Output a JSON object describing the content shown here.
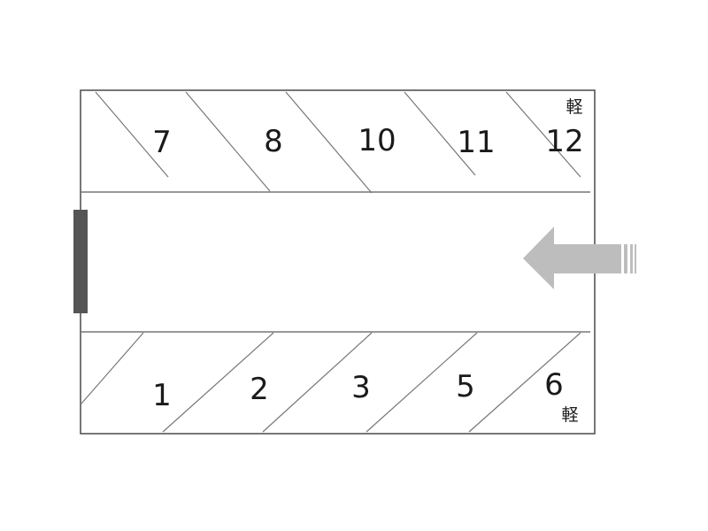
{
  "parking_lot": {
    "top_row": [
      {
        "number": "7",
        "note": ""
      },
      {
        "number": "8",
        "note": ""
      },
      {
        "number": "10",
        "note": ""
      },
      {
        "number": "11",
        "note": ""
      },
      {
        "number": "12",
        "note": "軽"
      }
    ],
    "bottom_row": [
      {
        "number": "1",
        "note": ""
      },
      {
        "number": "2",
        "note": ""
      },
      {
        "number": "3",
        "note": ""
      },
      {
        "number": "5",
        "note": ""
      },
      {
        "number": "6",
        "note": "軽"
      }
    ],
    "entrance_direction": "left",
    "colors": {
      "outline": "#555555",
      "divider": "#777777",
      "gate": "#555555",
      "arrow": "#bdbdbd",
      "text": "#1a1a1a"
    },
    "icons": {
      "gate": "gate-bar",
      "entrance": "arrow-left-icon"
    }
  }
}
